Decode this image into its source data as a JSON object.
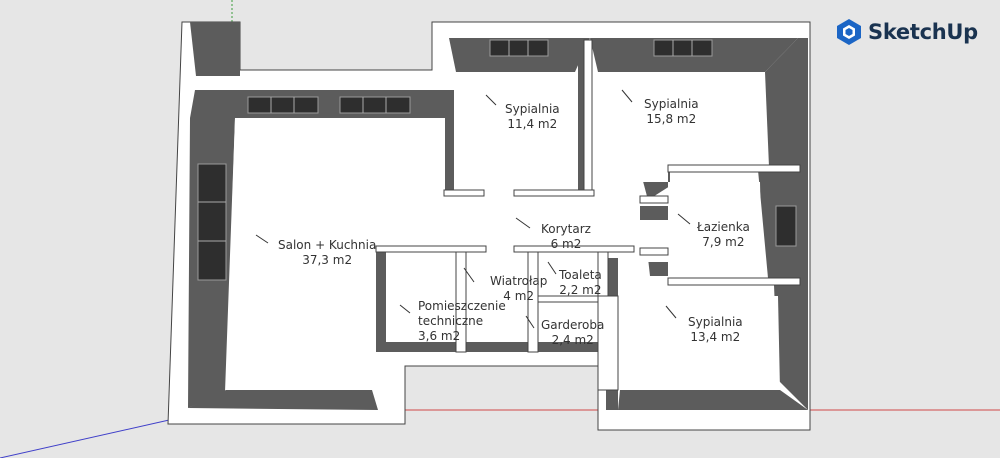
{
  "app": {
    "name": "SketchUp",
    "logo_icon": "sketchup-icon",
    "brand_color": "#1b65c5"
  },
  "rooms": [
    {
      "name": "Salon + Kuchnia",
      "area": "37,3 m2"
    },
    {
      "name": "Sypialnia",
      "area": "11,4 m2"
    },
    {
      "name": "Sypialnia",
      "area": "15,8 m2"
    },
    {
      "name": "Korytarz",
      "area": "6 m2"
    },
    {
      "name": "Łazienka",
      "area": "7,9 m2"
    },
    {
      "name": "Wiatrołap",
      "area": "4 m2"
    },
    {
      "name": "Toaleta",
      "area": "2,2 m2"
    },
    {
      "name": "Pomieszczenie techniczne",
      "name_lines": [
        "Pomieszczenie",
        "techniczne"
      ],
      "area": "3,6 m2"
    },
    {
      "name": "Garderoba",
      "area": "2,4 m2"
    },
    {
      "name": "Sypialnia",
      "area": "13,4 m2"
    }
  ],
  "colors": {
    "background": "#e6e6e6",
    "floor": "#ffffff",
    "wall_shadow": "#5c5c5c",
    "window": "#3a3a3a",
    "axis_red": "#d04848",
    "axis_green": "#3c9c3c",
    "axis_blue": "#3f3fc9"
  }
}
